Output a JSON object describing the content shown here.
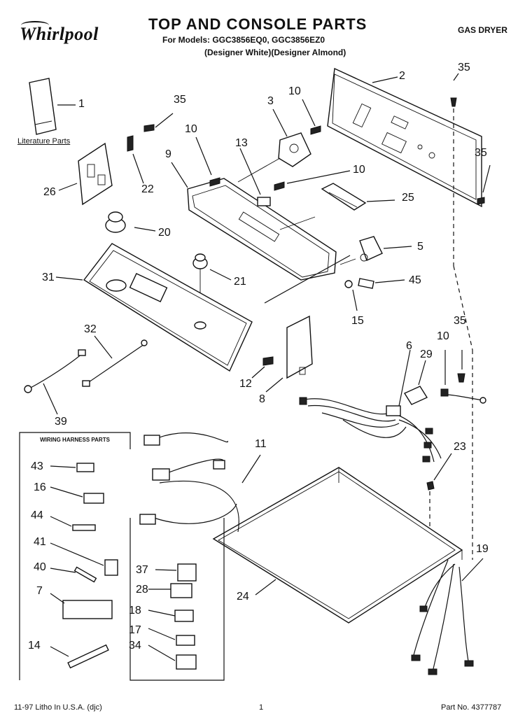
{
  "header": {
    "brand": "Whirlpool",
    "title": "TOP AND CONSOLE PARTS",
    "models": "For Models: GGC3856EQ0, GGC3856EZ0",
    "color": "(Designer White)(Designer Almond)",
    "product": "GAS DRYER"
  },
  "literature_label": "Literature Parts",
  "harness_title": "WIRING HARNESS PARTS",
  "callouts": [
    "1",
    "2",
    "3",
    "5",
    "6",
    "7",
    "8",
    "9",
    "10",
    "10",
    "10",
    "10",
    "11",
    "12",
    "13",
    "14",
    "15",
    "16",
    "17",
    "18",
    "19",
    "20",
    "21",
    "22",
    "23",
    "24",
    "25",
    "26",
    "28",
    "29",
    "31",
    "32",
    "34",
    "35",
    "35",
    "35",
    "35",
    "37",
    "39",
    "40",
    "41",
    "43",
    "44",
    "45"
  ],
  "footer": {
    "left": "11-97 Litho In U.S.A. (djc)",
    "page": "1",
    "part_no": "Part No. 4377787"
  }
}
